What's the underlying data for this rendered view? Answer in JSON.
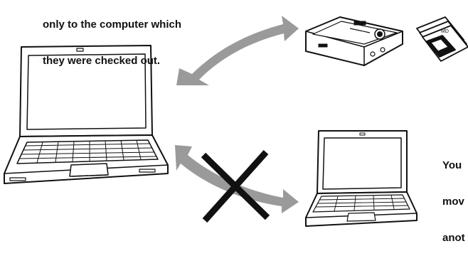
{
  "captions": {
    "top_lines": [
      "only to the computer which",
      "they were checked out."
    ],
    "right_lines": [
      "You",
      "mov",
      "anot"
    ]
  },
  "colors": {
    "arrow": "#9a9a9a",
    "cross": "#111111",
    "outline": "#111111",
    "screen": "#ffffff",
    "key": "#ffffff"
  },
  "devices": [
    {
      "type": "laptop",
      "role": "source-computer",
      "icon": "laptop-icon"
    },
    {
      "type": "minidisc-player",
      "role": "portable-device",
      "icon": "portable-player-icon"
    },
    {
      "type": "minidisc-stack",
      "role": "md-discs",
      "icon": "minidisc-icon"
    },
    {
      "type": "laptop",
      "role": "other-computer",
      "icon": "laptop-icon"
    }
  ],
  "transfers": [
    {
      "from": "source-computer",
      "to": "portable-device",
      "allowed": true
    },
    {
      "from": "source-computer",
      "to": "other-computer",
      "allowed": false
    }
  ]
}
